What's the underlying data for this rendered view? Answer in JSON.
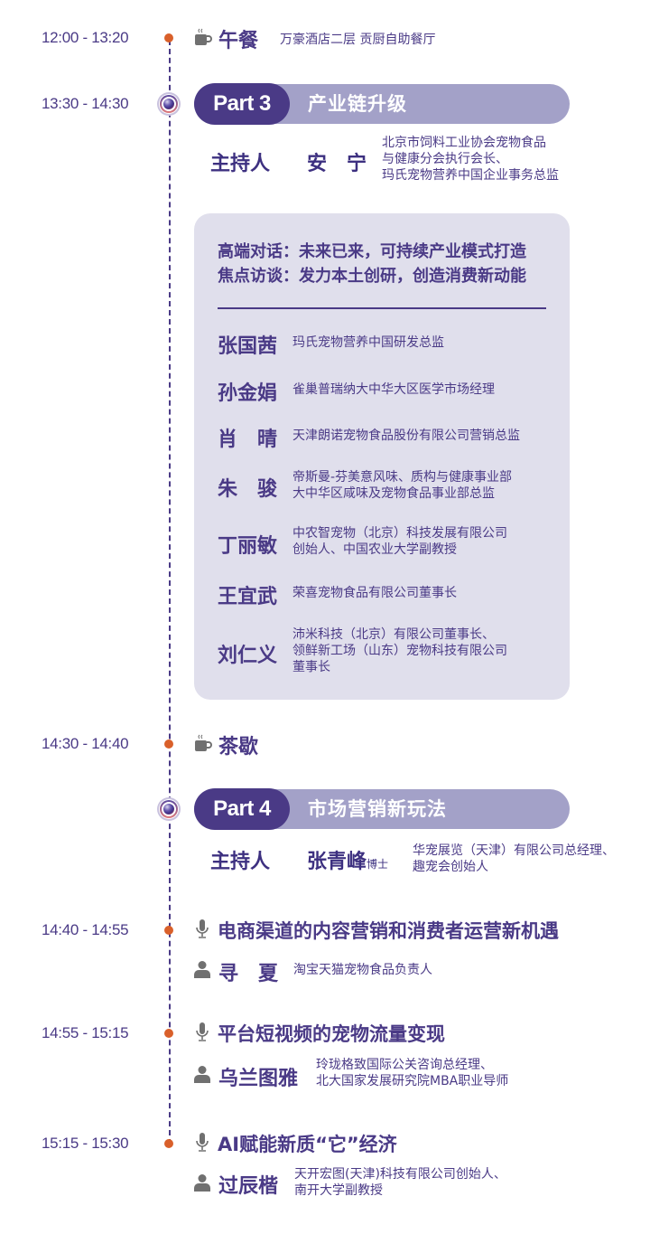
{
  "colors": {
    "primary": "#4a3a86",
    "pill_light": "#a3a1c8",
    "panel_bg": "#e0dfec",
    "dot": "#d9602a",
    "icon_gray": "#707070"
  },
  "schedule": [
    {
      "time": "12:00 - 13:20",
      "type": "break",
      "icon": "coffee-cup-icon",
      "title": "午餐",
      "subtitle": "万豪酒店二层 贡厨自助餐厅"
    },
    {
      "time": "13:30 - 14:30",
      "type": "part",
      "part_label": "Part 3",
      "part_title": "产业链升级",
      "host_label": "主持人",
      "host_name": "安　宁",
      "host_title_lines": [
        "北京市饲料工业协会宠物食品",
        "与健康分会执行会长、",
        "玛氏宠物营养中国企业事务总监"
      ],
      "panel": {
        "topics": [
          "高端对话：未来已来，可持续产业模式打造",
          "焦点访谈：发力本土创研，创造消费新动能"
        ],
        "panelists": [
          {
            "name": "张国茜",
            "title_lines": [
              "玛氏宠物营养中国研发总监"
            ]
          },
          {
            "name": "孙金娟",
            "title_lines": [
              "雀巢普瑞纳大中华大区医学市场经理"
            ]
          },
          {
            "name": "肖　晴",
            "title_lines": [
              "天津朗诺宠物食品股份有限公司营销总监"
            ]
          },
          {
            "name": "朱　骏",
            "title_lines": [
              "帝斯曼-芬美意风味、质构与健康事业部",
              "大中华区咸味及宠物食品事业部总监"
            ]
          },
          {
            "name": "丁丽敏",
            "title_lines": [
              "中农智宠物（北京）科技发展有限公司",
              "创始人、中国农业大学副教授"
            ]
          },
          {
            "name": "王宜武",
            "title_lines": [
              "荣喜宠物食品有限公司董事长"
            ]
          },
          {
            "name": "刘仁义",
            "title_lines": [
              "沛米科技（北京）有限公司董事长、",
              "领鲜新工场（山东）宠物科技有限公司",
              "董事长"
            ]
          }
        ]
      }
    },
    {
      "time": "14:30 - 14:40",
      "type": "break",
      "icon": "coffee-cup-icon",
      "title": "茶歇"
    },
    {
      "type": "part",
      "part_label": "Part 4",
      "part_title": "市场营销新玩法",
      "host_label": "主持人",
      "host_name": "张青峰",
      "host_suffix": "博士",
      "host_title_lines": [
        "华宠展览（天津）有限公司总经理、",
        "趣宠会创始人"
      ]
    },
    {
      "time": "14:40 - 14:55",
      "type": "talk",
      "title": "电商渠道的内容营销和消费者运营新机遇",
      "speaker": "寻　夏",
      "speaker_title_lines": [
        "淘宝天猫宠物食品负责人"
      ]
    },
    {
      "time": "14:55 - 15:15",
      "type": "talk",
      "title": "平台短视频的宠物流量变现",
      "speaker": "乌兰图雅",
      "speaker_title_lines": [
        "玲珑格致国际公关咨询总经理、",
        "北大国家发展研究院MBA职业导师"
      ]
    },
    {
      "time": "15:15 - 15:30",
      "type": "talk",
      "title": "AI赋能新质“它”经济",
      "speaker": "过辰楷",
      "speaker_title_lines": [
        "天开宏图(天津)科技有限公司创始人、",
        "南开大学副教授"
      ]
    }
  ]
}
